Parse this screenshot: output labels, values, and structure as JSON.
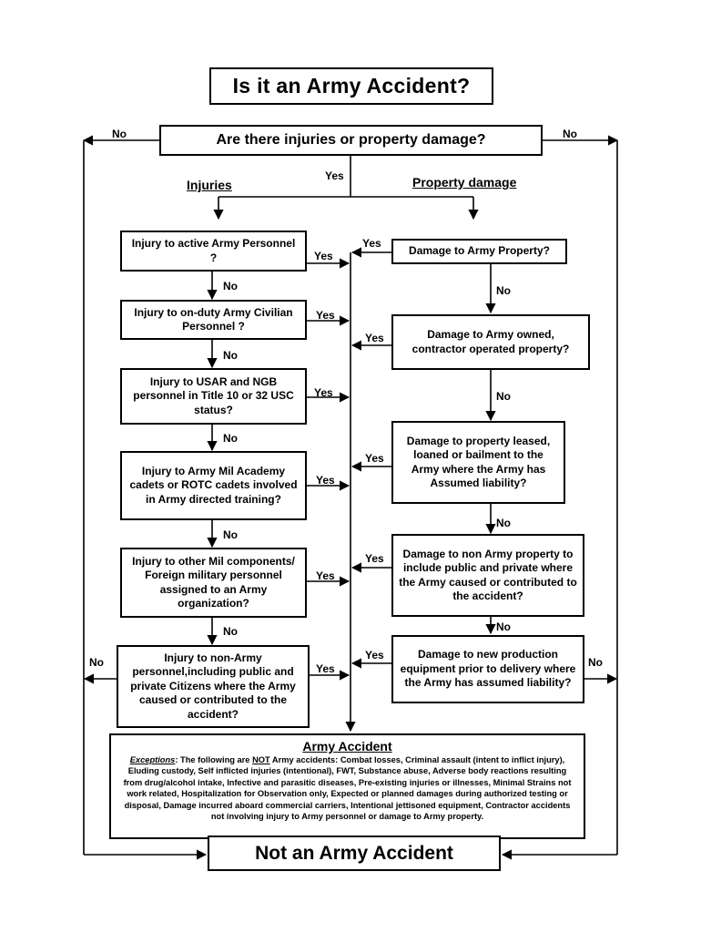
{
  "title": "Is it an Army Accident?",
  "question": "Are there injuries or property damage?",
  "branches": {
    "injuries": "Injuries",
    "property": "Property damage"
  },
  "labels": {
    "yes": "Yes",
    "no": "No"
  },
  "injury_steps": [
    "Injury to active Army Personnel ?",
    "Injury to on-duty Army Civilian Personnel ?",
    "Injury to USAR and NGB personnel in Title 10 or 32 USC status?",
    "Injury to Army Mil Academy cadets or ROTC cadets involved in Army directed training?",
    "Injury to other Mil components/ Foreign military personnel assigned to an Army organization?",
    "Injury to non-Army personnel,including public and private Citizens where the Army caused or contributed to the accident?"
  ],
  "property_steps": [
    "Damage to Army Property?",
    "Damage to Army owned, contractor operated property?",
    "Damage to property leased, loaned or bailment to the Army where the Army has Assumed liability?",
    "Damage to non Army property to include public and private where the Army caused or contributed to the accident?",
    "Damage to new production equipment prior to delivery where the Army has assumed liability?"
  ],
  "army_accident": {
    "title": "Army Accident",
    "exceptions_label": "Exceptions",
    "exceptions_lead": ": The following are ",
    "exceptions_not": "NOT",
    "exceptions_text": " Army accidents: Combat losses, Criminal assault (intent to inflict injury), Eluding custody, Self inflicted injuries (intentional), FWT, Substance abuse, Adverse body reactions resulting from drug/alcohol intake, Infective and parasitic diseases, Pre-existing injuries or illnesses, Minimal Strains not work related, Hospitalization for Observation only, Expected or planned damages during authorized testing or disposal, Damage incurred aboard commercial carriers, Intentional jettisoned equipment, Contractor accidents not involving injury to Army personnel or damage to Army property."
  },
  "final": "Not an Army Accident"
}
